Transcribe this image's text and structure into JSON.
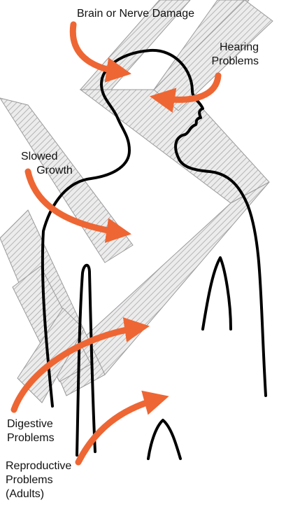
{
  "labels": {
    "brain": "Brain or Nerve Damage",
    "hearing": "Hearing\n Problems",
    "growth": "Slowed\n     Growth",
    "digestive": "Digestive\nProblems",
    "reproductive": "Reproductive\nProblems\n(Adults)"
  },
  "colors": {
    "arrow": "#ee6633",
    "outline": "#000000",
    "watermark_fill": "#dddddd",
    "watermark_stroke": "#999999"
  },
  "watermark": "large hatched diagonal zig-zag stripes behind the figure"
}
